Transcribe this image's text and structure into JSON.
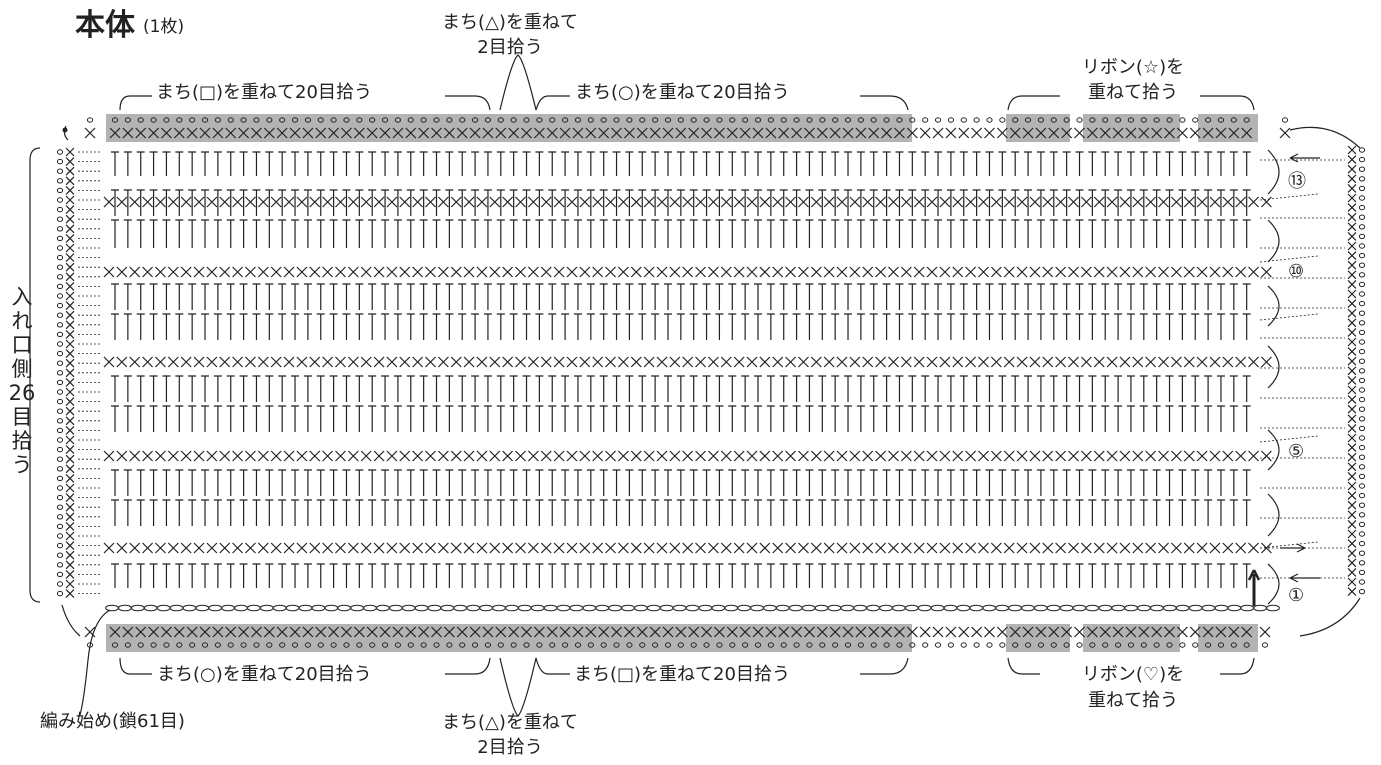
{
  "title": {
    "main": "本体",
    "sub": "(1枚)"
  },
  "top_labels": {
    "machi_triangle_l1": "まち(△)を重ねて",
    "machi_triangle_l2": "2目拾う",
    "machi_square": "まち(□)を重ねて20目拾う",
    "machi_circle": "まち(○)を重ねて20目拾う",
    "ribbon_star_l1": "リボン(☆)を",
    "ribbon_star_l2": "重ねて拾う"
  },
  "bottom_labels": {
    "machi_circle": "まち(○)を重ねて20目拾う",
    "machi_square": "まち(□)を重ねて20目拾う",
    "ribbon_heart_l1": "リボン(♡)を",
    "ribbon_heart_l2": "重ねて拾う",
    "start": "編み始め(鎖61目)",
    "machi_triangle_l1": "まち(△)を重ねて",
    "machi_triangle_l2": "2目拾う"
  },
  "side_label": [
    "入",
    "れ",
    "口",
    "側",
    "26",
    "目",
    "拾",
    "う"
  ],
  "row_numbers": {
    "r13": "⑬",
    "r10": "⑩",
    "r5": "⑤",
    "r1": "①"
  },
  "colors": {
    "shade": "#b3b3b3",
    "line": "#222222"
  },
  "icons": [
    "single-crochet-symbol",
    "half-double-crochet-symbol",
    "chain-stitch-symbol",
    "arrow-icon"
  ]
}
